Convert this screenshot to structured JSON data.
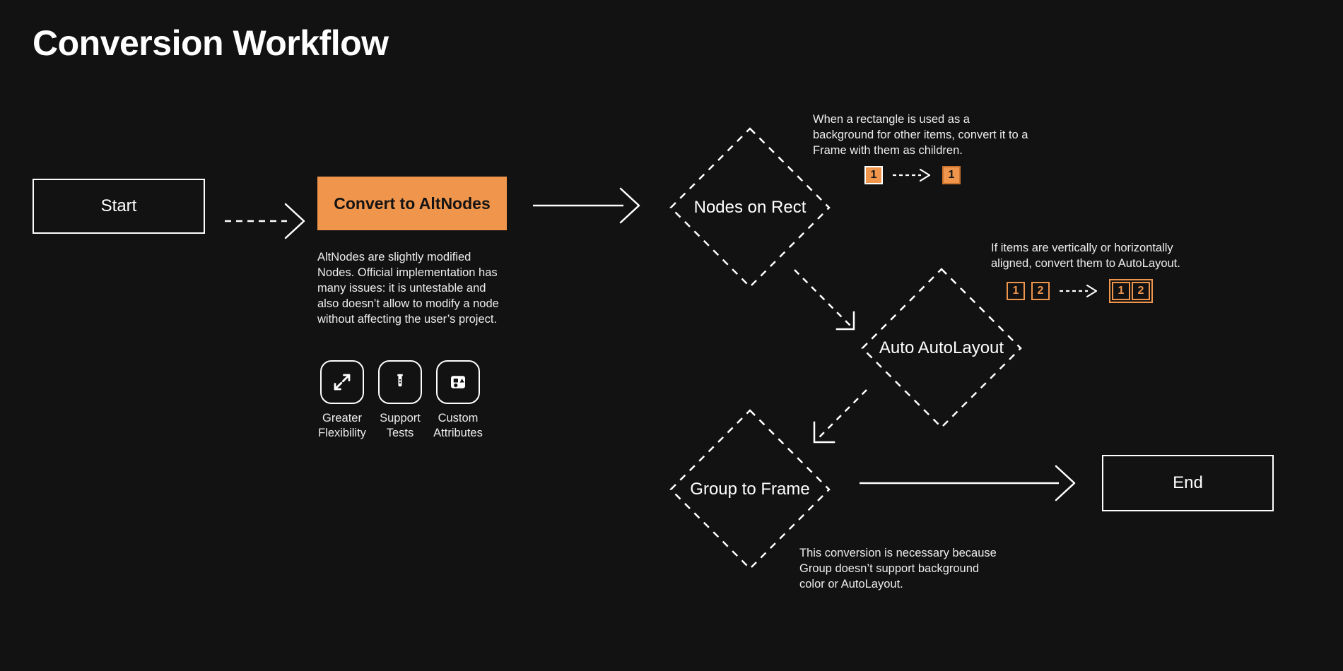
{
  "page": {
    "title": "Conversion Workflow",
    "background_color": "#121212",
    "accent_color": "#F0954C",
    "text_color": "#FFFFFF"
  },
  "nodes": {
    "start": {
      "label": "Start"
    },
    "convert": {
      "label": "Convert to AltNodes"
    },
    "nodes_on_rect": {
      "label": "Nodes on Rect"
    },
    "auto_autolayout": {
      "label": "Auto AutoLayout"
    },
    "group_to_frame": {
      "label": "Group to Frame"
    },
    "end": {
      "label": "End"
    }
  },
  "notes": {
    "altnodes": "AltNodes are slightly modified Nodes. Official implementation has many issues: it is untestable and also doesn’t allow to modify a node without affecting the user’s project.",
    "nodes_on_rect": "When a rectangle is used as a background for other items, convert it to a Frame with them as children.",
    "auto_autolayout": "If items are vertically or horizontally aligned, convert them to AutoLayout.",
    "group_to_frame": "This conversion is necessary because Group doesn’t support background color or AutoLayout."
  },
  "features": [
    {
      "icon": "expand-arrows-icon",
      "label": "Greater\nFlexibility"
    },
    {
      "icon": "test-tube-icon",
      "label": "Support\nTests"
    },
    {
      "icon": "shapes-panel-icon",
      "label": "Custom\nAttributes"
    }
  ],
  "badge_illustrations": {
    "nodes_on_rect": {
      "before": [
        "1"
      ],
      "after": [
        "1"
      ],
      "arrow": "dashed-arrow-icon"
    },
    "auto_autolayout": {
      "before": [
        "1",
        "2"
      ],
      "after": [
        "1",
        "2"
      ],
      "arrow": "dashed-arrow-icon"
    }
  },
  "connectors": [
    {
      "from": "start",
      "to": "convert",
      "style": "dashed"
    },
    {
      "from": "convert",
      "to": "nodes_on_rect",
      "style": "solid"
    },
    {
      "from": "nodes_on_rect",
      "to": "auto_autolayout",
      "style": "dashed"
    },
    {
      "from": "auto_autolayout",
      "to": "group_to_frame",
      "style": "dashed"
    },
    {
      "from": "group_to_frame",
      "to": "end",
      "style": "solid"
    }
  ]
}
